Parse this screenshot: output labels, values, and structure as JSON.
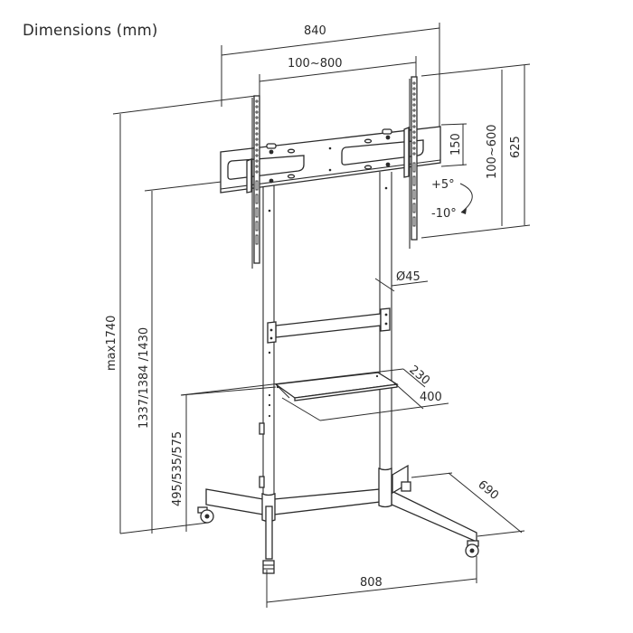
{
  "title": "Dimensions (mm)",
  "dimensions": {
    "overall_width": "840",
    "vesa_horizontal": "100~800",
    "bracket_height": "150",
    "vesa_vertical": "100~600",
    "arm_height": "625",
    "tilt_up": "+5°",
    "tilt_down": "-10°",
    "pole_diameter": "Ø45",
    "shelf_depth": "230",
    "shelf_width": "400",
    "max_height": "max1740",
    "mount_center_heights": "1337/1384 /1430",
    "shelf_heights": "495/535/575",
    "base_width": "808",
    "base_depth": "690"
  },
  "icons": {
    "tilt_arrow": "curved-arrow-icon"
  }
}
